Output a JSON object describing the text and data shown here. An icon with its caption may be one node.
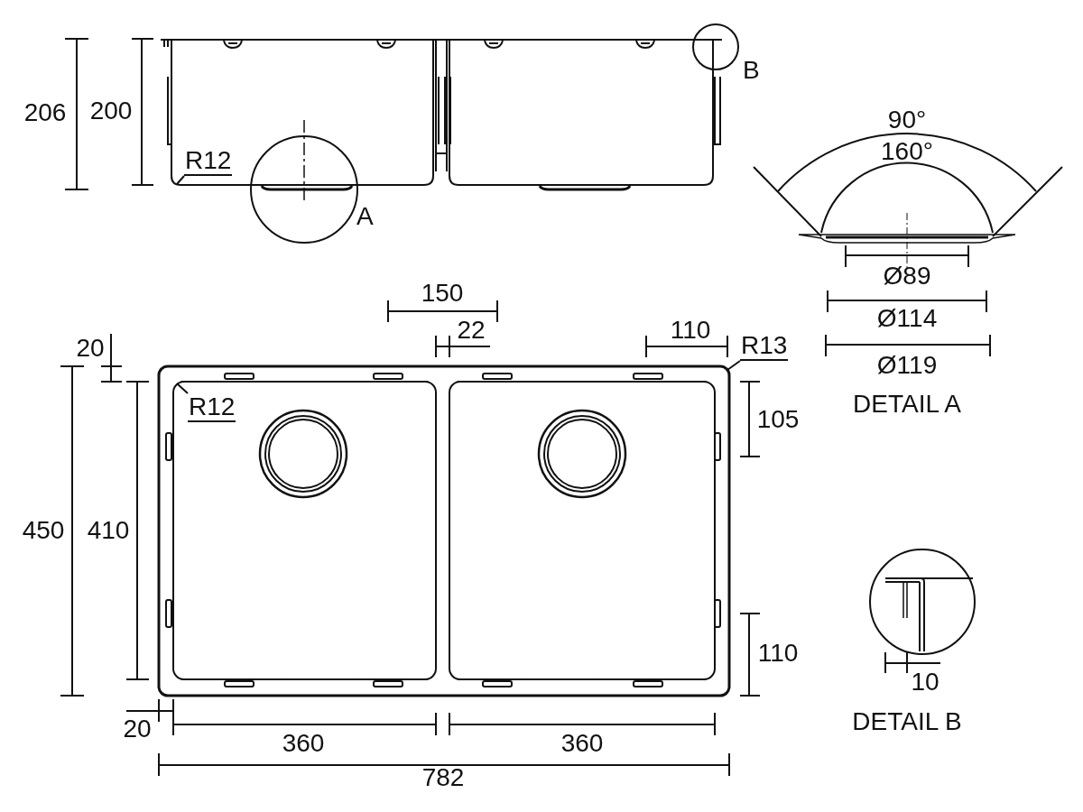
{
  "diagram": {
    "nodes": [
      {
        "text": [
          "R12"
        ]
      },
      {
        "text": [
          "A"
        ]
      },
      {
        "text": [
          "B"
        ]
      },
      {
        "text": [
          "R12"
        ]
      },
      {
        "text": [
          "R13"
        ]
      }
    ],
    "edges": [
      {
        "from": 0,
        "to": null,
        "arrow": "none"
      },
      {
        "from": 3,
        "to": null,
        "arrow": "none"
      },
      {
        "from": 4,
        "to": null,
        "arrow": "none"
      }
    ],
    "labels": [
      "206",
      "200",
      "90°",
      "160°",
      "Ø89",
      "Ø114",
      "Ø119",
      "DETAIL A",
      "150",
      "22",
      "110",
      "20",
      "450",
      "410",
      "105",
      "110",
      "20",
      "360",
      "360",
      "782",
      "10",
      "DETAIL B"
    ]
  }
}
